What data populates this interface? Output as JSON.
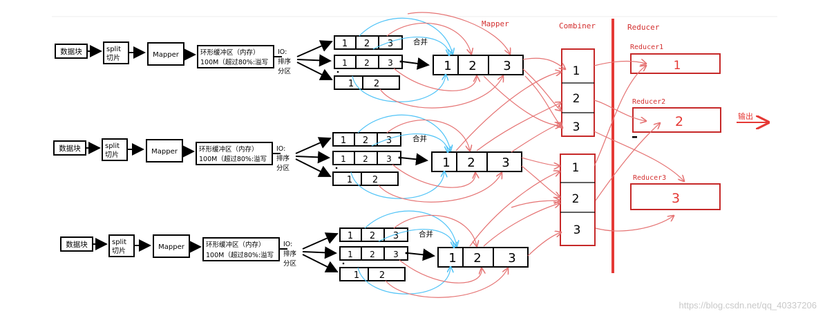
{
  "labels": {
    "block": "数据块",
    "split_line1": "split",
    "split_line2": "切片",
    "mapper": "Mapper",
    "buffer_line1": "环形缓冲区（内存）",
    "buffer_line2": "100M（超过80%:溢写",
    "io_line1": "IO:",
    "io_line2": "排序",
    "io_line3": "分区",
    "merge": "合并",
    "partition_digits": [
      "1",
      "2",
      "3"
    ],
    "spill3_digits": [
      "1",
      "2"
    ]
  },
  "headers": {
    "mapper": "Mapper",
    "combiner": "Combiner",
    "reducer": "Reducer"
  },
  "combiner_digits": [
    "1",
    "2",
    "3"
  ],
  "reducers": [
    {
      "name": "Reducer1",
      "value": "1"
    },
    {
      "name": "Reducer2",
      "value": "2"
    },
    {
      "name": "Reducer3",
      "value": "3"
    }
  ],
  "output_label": "输出",
  "watermark": "https://blog.csdn.net/qq_40337206",
  "colors": {
    "line": "#000000",
    "accent_red": "#e53935",
    "arrow_red": "#e57373",
    "arrow_blue": "#4fc3f7",
    "header_red": "#d32f2f"
  }
}
